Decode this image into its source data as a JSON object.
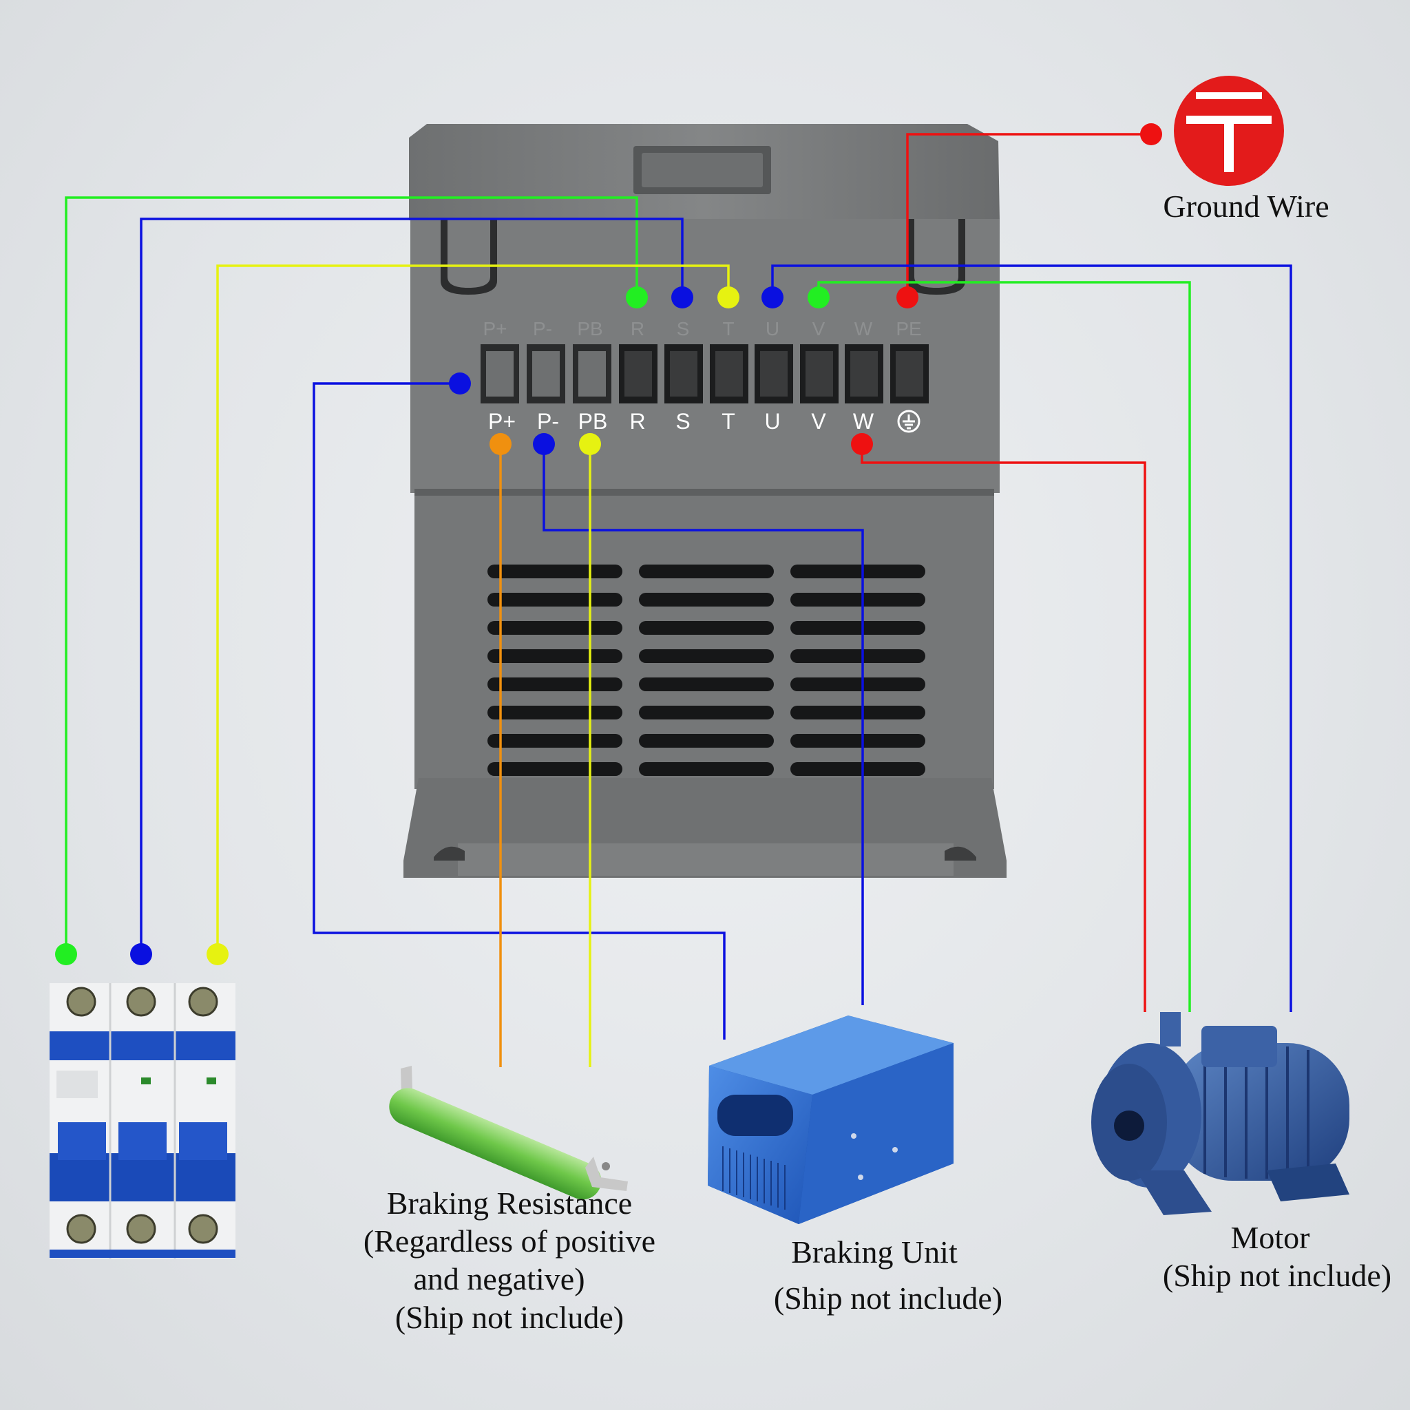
{
  "terminals_top": [
    "P+",
    "P-",
    "PB",
    "R",
    "S",
    "T",
    "U",
    "V",
    "W",
    "PE"
  ],
  "terminals_bottom": [
    "P+",
    "P-",
    "PB",
    "R",
    "S",
    "T",
    "U",
    "V",
    "W"
  ],
  "ground_symbol": "earth-ground-icon",
  "ground_label": "Ground Wire",
  "braking_resistance": {
    "line1": "Braking Resistance",
    "line2": "(Regardless of positive",
    "line3": "and negative)",
    "line4": "(Ship not include)"
  },
  "braking_unit": {
    "line1": "Braking Unit",
    "line2": "(Ship not include)"
  },
  "motor": {
    "line1": "Motor",
    "line2": "(Ship not include)"
  },
  "colors": {
    "green": "#22ee22",
    "blue": "#0a10e0",
    "yellow": "#e6f211",
    "red": "#ee1111",
    "orange": "#f0900f",
    "housing": "#7b7d7e",
    "ground_badge": "#e31b1b"
  }
}
